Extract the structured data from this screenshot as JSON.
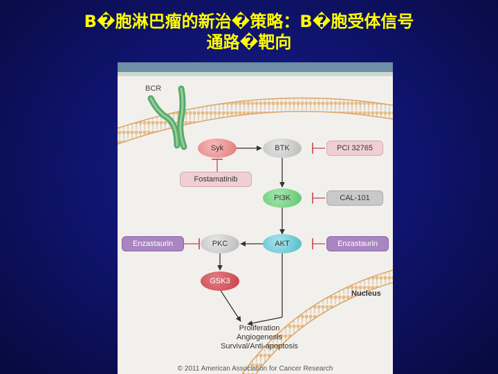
{
  "title": {
    "line1": "B�胞淋巴瘤的新治�策略：B�胞受体信号",
    "line2": "通路�靶向"
  },
  "diagram": {
    "receptor": "BCR",
    "nodes": {
      "syk": "Syk",
      "btk": "BTK",
      "pi3k": "PI3K",
      "pkc": "PKC",
      "akt": "AKT",
      "gsk3": "GSK3"
    },
    "inhibitors": {
      "fostamatinib": "Fostamatinib",
      "pci": "PCI 32765",
      "cal": "CAL-101",
      "enzastaurin_left": "Enzastaurin",
      "enzastaurin_right": "Enzastaurin"
    },
    "compartment": "Nucleus",
    "outcomes": [
      "Proliferation",
      "Angiogenesis",
      "Survival/Anti-apoptosis"
    ],
    "copyright": "© 2011 American Association for Cancer Research"
  },
  "colors": {
    "background": "#101470",
    "title": "#ffff00",
    "syk": "#e07a7a",
    "btk": "#b8b8b8",
    "pi3k": "#5cc46a",
    "pkc": "#b8b8b8",
    "akt": "#4fb8c8",
    "gsk3": "#c9404a",
    "inhibitor_pink": "#f0cfd2",
    "inhibitor_purple": "#a985c2",
    "inhibitor_gray": "#c9c9c9",
    "membrane": "#e7b87e",
    "bcr": "#5ca86a"
  }
}
